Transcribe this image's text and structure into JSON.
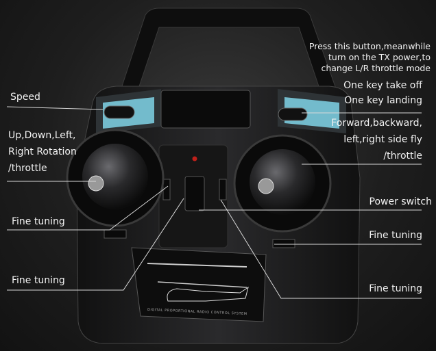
{
  "labels": {
    "speed": "Speed",
    "rotation": [
      "Up,Down,Left,",
      "Right Rotation",
      "/throttle"
    ],
    "fine_tuning_left_top": "Fine tuning",
    "fine_tuning_left_bottom": "Fine tuning",
    "mode_button": [
      "Press this button,meanwhile",
      "turn on the TX power,to",
      "change L/R throttle mode"
    ],
    "one_key": [
      "One key take off",
      "One key landing"
    ],
    "direction": [
      "Forward,backward,",
      "left,right side fly",
      "/throttle"
    ],
    "power_switch": "Power switch",
    "fine_tuning_right_top": "Fine tuning",
    "fine_tuning_right_bottom": "Fine tuning"
  },
  "panel_text": "DIGITAL PROPORTIONAL RADIO CONTROL SYSTEM",
  "colors": {
    "accent": "#7fd3e6",
    "body": "#1c1c1e",
    "line": "#d8d8d8"
  }
}
